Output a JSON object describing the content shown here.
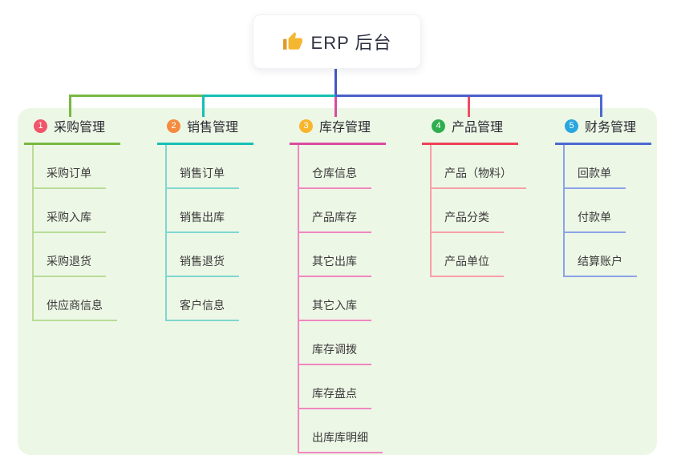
{
  "root": {
    "label": "ERP 后台",
    "icon": "thumbs-up-icon"
  },
  "panel": {
    "background": "#edf7e6"
  },
  "connectors": {
    "trunk_color": "#4656c4",
    "segment_colors": [
      "#78b840",
      "#16bfb3",
      "#4a5fc9"
    ],
    "drop_colors": [
      "#78b840",
      "#16bfb3",
      "#da4a9f",
      "#ee4d62",
      "#4b69d2"
    ]
  },
  "branches": [
    {
      "badge": "1",
      "title": "采购管理",
      "colors": {
        "badge": "#f0566a",
        "line": "#78b840",
        "sub": "#b8dc96"
      },
      "items": [
        "采购订单",
        "采购入库",
        "采购退货",
        "供应商信息"
      ]
    },
    {
      "badge": "2",
      "title": "销售管理",
      "colors": {
        "badge": "#f58b3e",
        "line": "#16bfb3",
        "sub": "#7fd7cf"
      },
      "items": [
        "销售订单",
        "销售出库",
        "销售退货",
        "客户信息"
      ]
    },
    {
      "badge": "3",
      "title": "库存管理",
      "colors": {
        "badge": "#f8b62d",
        "line": "#da4a9f",
        "sub": "#f087c1"
      },
      "items": [
        "仓库信息",
        "产品库存",
        "其它出库",
        "其它入库",
        "库存调拨",
        "库存盘点",
        "出库库明细"
      ]
    },
    {
      "badge": "4",
      "title": "产品管理",
      "colors": {
        "badge": "#30ae4e",
        "line": "#ee4156",
        "sub": "#f79fa8"
      },
      "items": [
        "产品（物料）",
        "产品分类",
        "产品单位"
      ]
    },
    {
      "badge": "5",
      "title": "财务管理",
      "colors": {
        "badge": "#29a6e0",
        "line": "#4b69d2",
        "sub": "#8ba3e8"
      },
      "items": [
        "回款单",
        "付款单",
        "结算账户"
      ]
    }
  ]
}
